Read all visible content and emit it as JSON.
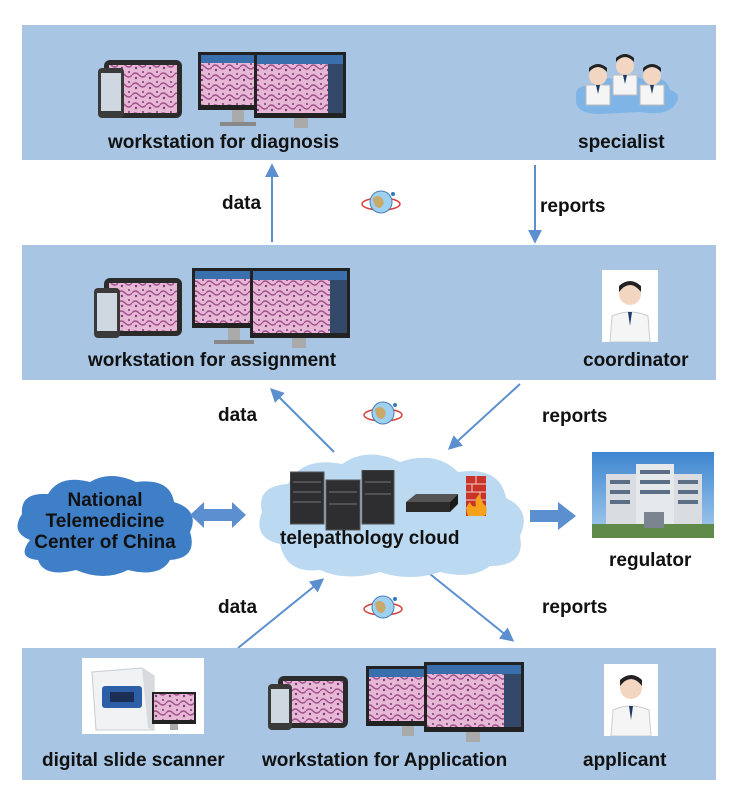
{
  "top_panel": {
    "workstation_label": "workstation for diagnosis",
    "actor_label": "specialist"
  },
  "middle_panel": {
    "workstation_label": "workstation for assignment",
    "actor_label": "coordinator"
  },
  "bottom_panel": {
    "scanner_label": "digital slide scanner",
    "workstation_label": "workstation for Application",
    "actor_label": "applicant"
  },
  "cloud": {
    "label": "telepathology cloud",
    "national_center_label": "National Telemedicine Center of China",
    "regulator_label": "regulator"
  },
  "flows": {
    "data_up_top": "data",
    "reports_down_top": "reports",
    "data_mid": "data",
    "reports_mid": "reports",
    "data_bottom": "data",
    "reports_bottom": "reports"
  },
  "colors": {
    "panel": "#a8c6e4",
    "cloud": "#bcd9f2",
    "national_cloud": "#3f7fc8",
    "arrow": "#5b8fcf"
  }
}
